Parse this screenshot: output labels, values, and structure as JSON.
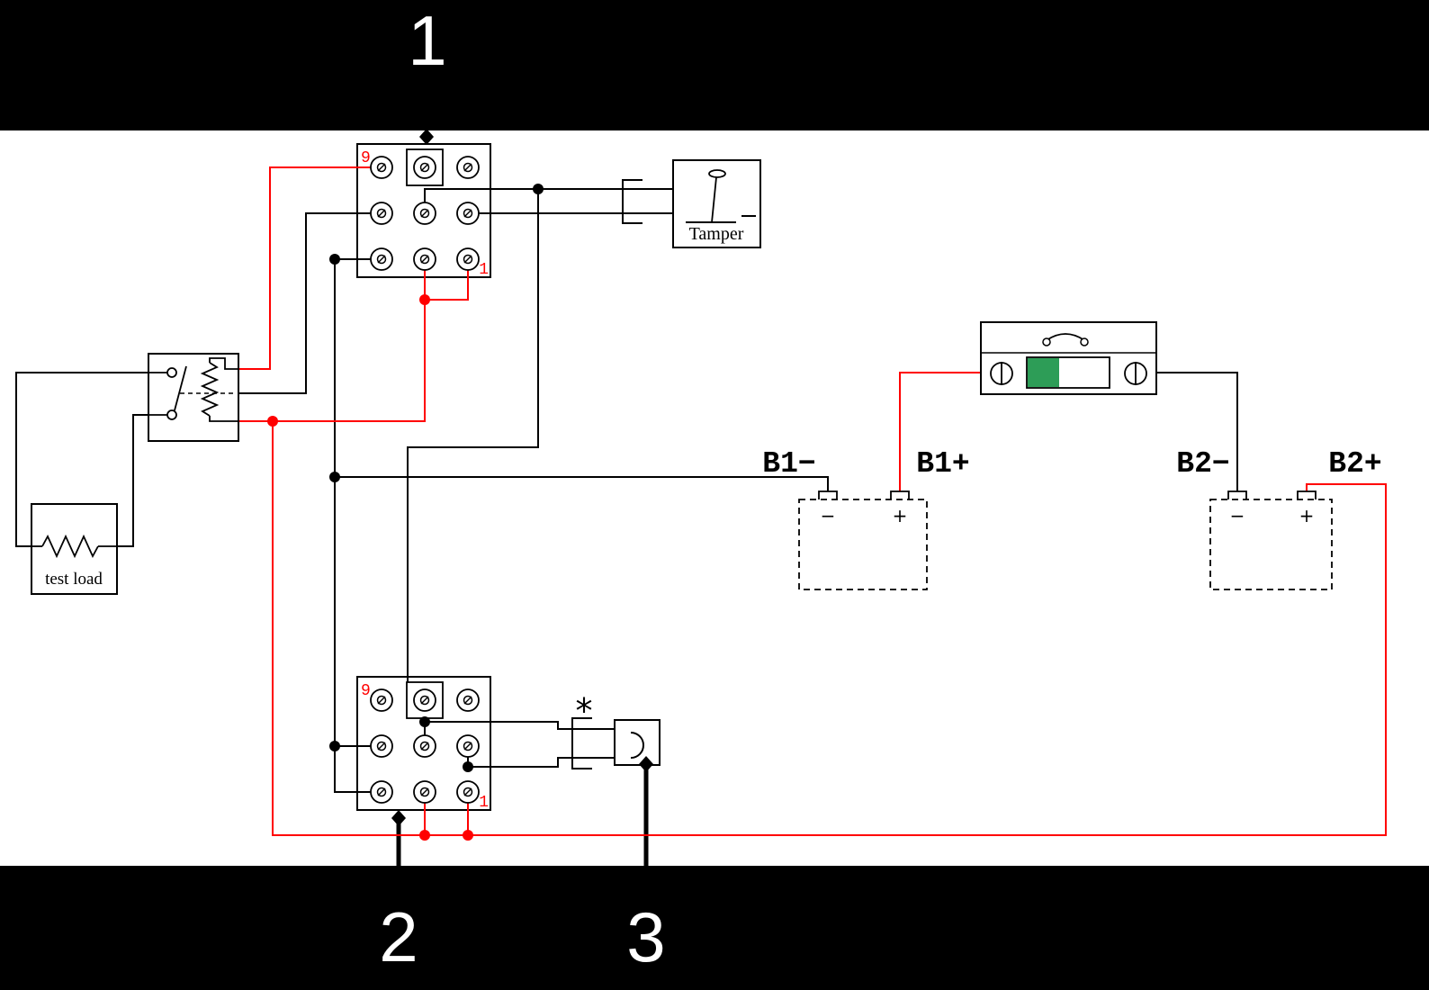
{
  "colors": {
    "background": "#ffffff",
    "band": "#000000",
    "wire": "#000000",
    "wire_hot": "#ff0000",
    "fuse_green": "#2d9d57"
  },
  "callouts": {
    "c1": "1",
    "c2": "2",
    "c3": "3"
  },
  "terminal_blocks": {
    "top": {
      "first": "9",
      "last": "1"
    },
    "bottom": {
      "first": "9",
      "last": "1"
    }
  },
  "tamper": {
    "label": "Tamper"
  },
  "test_load": {
    "label": "test load"
  },
  "sounder": {
    "marker": "*"
  },
  "batteries": {
    "b1": {
      "neg": "B1−",
      "pos": "B1+",
      "neg_sign": "−",
      "pos_sign": "+"
    },
    "b2": {
      "neg": "B2−",
      "pos": "B2+",
      "neg_sign": "−",
      "pos_sign": "+"
    }
  }
}
